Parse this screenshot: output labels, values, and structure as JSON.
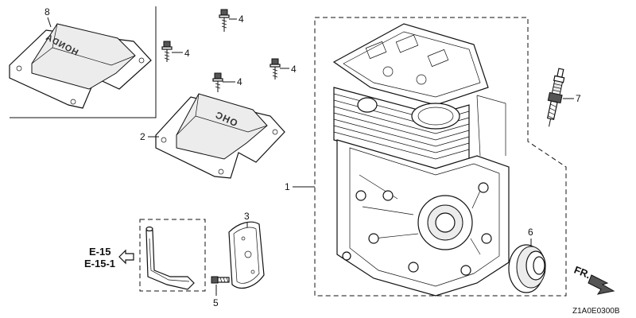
{
  "callouts": {
    "c1": "1",
    "c2": "2",
    "c3": "3",
    "c4a": "4",
    "c4b": "4",
    "c4c": "4",
    "c4d": "4",
    "c5": "5",
    "c6": "6",
    "c7": "7",
    "c8": "8"
  },
  "emboss": {
    "cover8": "HONDA",
    "cover2": "OHC"
  },
  "refs": {
    "line1": "E-15",
    "line2": "E-15-1"
  },
  "front_label": "FR.",
  "drawing_code": "Z1A0E0300B"
}
